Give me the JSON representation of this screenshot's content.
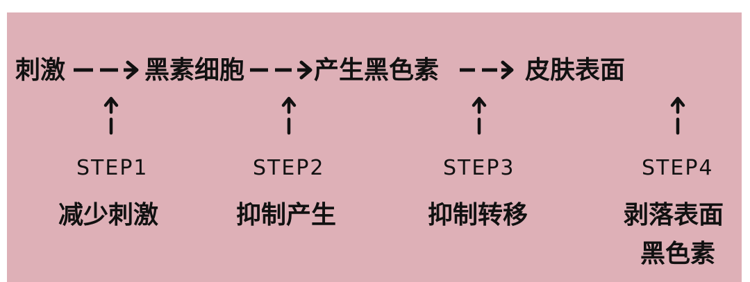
{
  "flow": {
    "stage1": "刺激",
    "stage2": "黑素细胞",
    "stage3": "产生黑色素",
    "stage4": "皮肤表面"
  },
  "steps": [
    {
      "label": "STEP1",
      "desc": "减少刺激"
    },
    {
      "label": "STEP2",
      "desc": "抑制产生"
    },
    {
      "label": "STEP3",
      "desc": "抑制转移"
    },
    {
      "label": "STEP4",
      "desc_line1": "剥落表面",
      "desc_line2": "黑色素"
    }
  ],
  "colors": {
    "background": "#deb0b7",
    "ink": "#111111"
  }
}
